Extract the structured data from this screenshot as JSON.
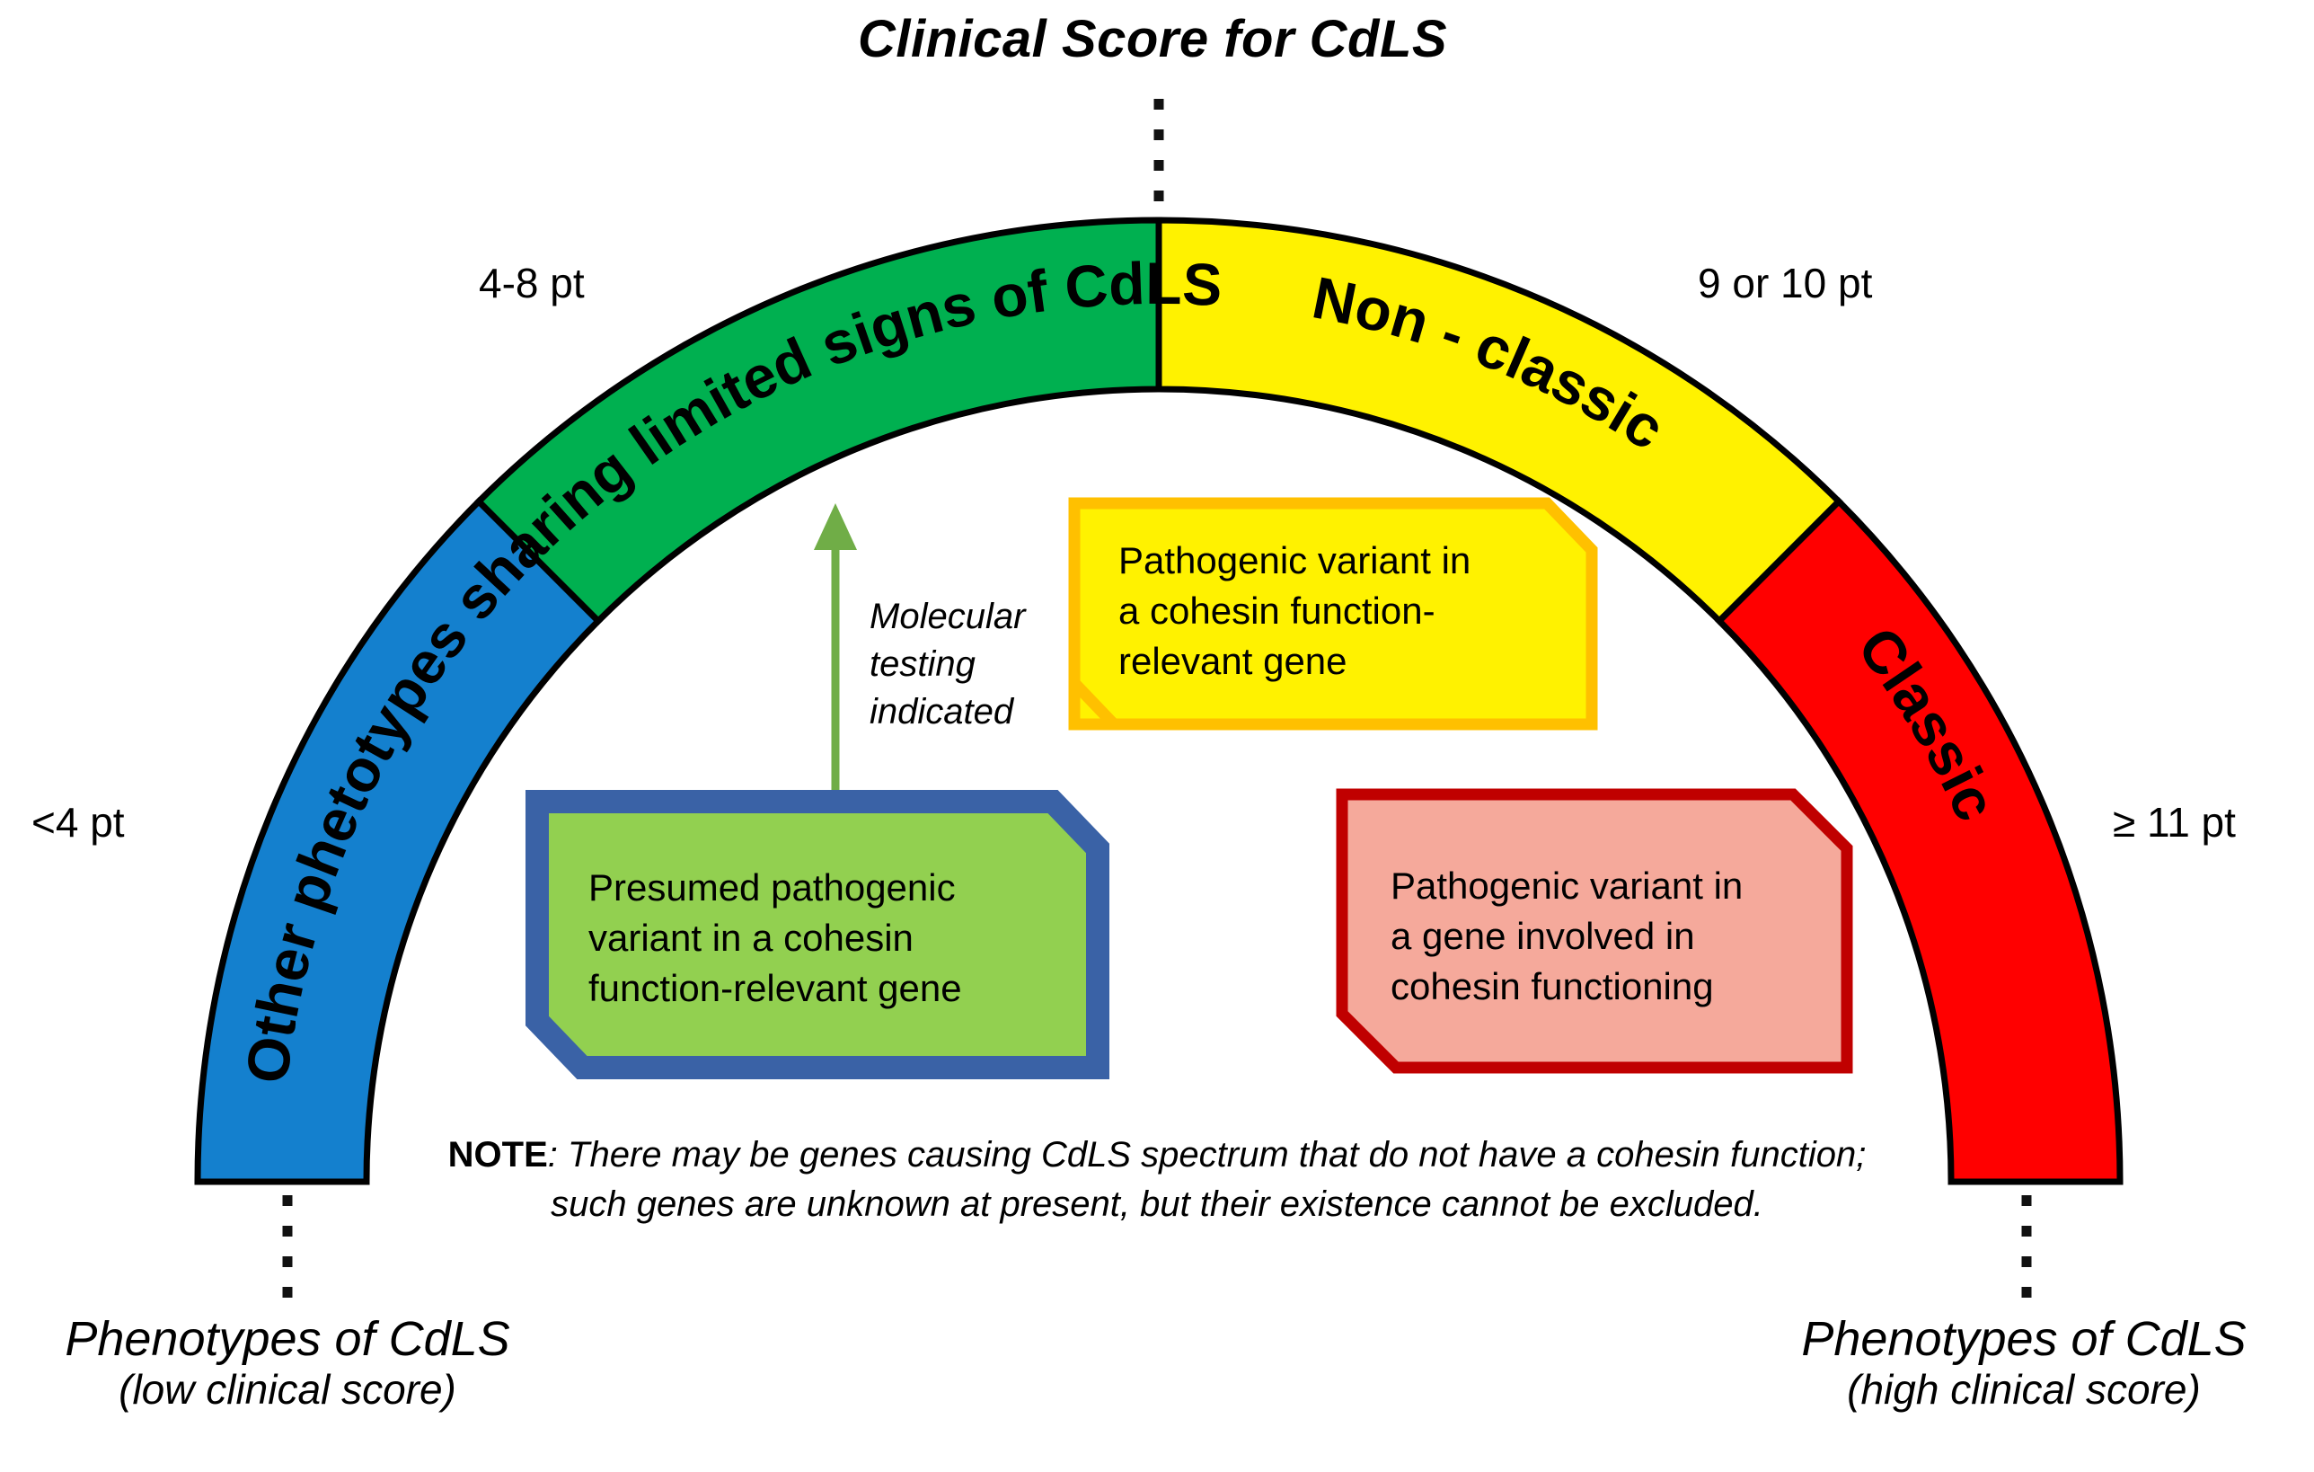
{
  "title": "Clinical Score for CdLS",
  "arc": {
    "segments": [
      {
        "key": "blue",
        "label": "Other phetotypes sha",
        "color": "#1480CE",
        "start_deg": 180,
        "end_deg": 135
      },
      {
        "key": "green",
        "label": "ring limited signs of CdLS",
        "color": "#00B050",
        "start_deg": 135,
        "end_deg": 90
      },
      {
        "key": "yellow",
        "label": "Non - classic",
        "color": "#FFF200",
        "start_deg": 90,
        "end_deg": 45
      },
      {
        "key": "red",
        "label": "Classic",
        "color": "#FF0000",
        "start_deg": 45,
        "end_deg": 0
      }
    ],
    "full_band_text": "Other phetotypes sharing limited signs of CdLS",
    "stroke": "#000000"
  },
  "score_labels": {
    "low": "<4 pt",
    "mid_low": "4-8 pt",
    "mid_high": "9 or 10 pt",
    "high": "≥ 11 pt"
  },
  "end_labels": {
    "left": {
      "line1": "Phenotypes of CdLS",
      "line2": "(low clinical score)"
    },
    "right": {
      "line1": "Phenotypes of CdLS",
      "line2": "(high clinical score)"
    }
  },
  "arrow": {
    "label_lines": [
      "Molecular",
      "testing",
      "indicated"
    ],
    "color": "#70AD47"
  },
  "boxes": [
    {
      "key": "yellow-box",
      "lines": [
        "Pathogenic variant in",
        "a cohesin function-",
        "relevant gene"
      ],
      "fill": "#FFF200",
      "border": "#FFC000"
    },
    {
      "key": "green-box",
      "lines": [
        "Presumed pathogenic",
        "variant in a cohesin",
        "function-relevant gene"
      ],
      "fill": "#92D050",
      "border": "#3A62A6"
    },
    {
      "key": "pink-box",
      "lines": [
        "Pathogenic variant in",
        "a gene involved in",
        "cohesin functioning"
      ],
      "fill": "#F5A99B",
      "border": "#C00000"
    }
  ],
  "note": {
    "prefix": "NOTE",
    "line1": ": There may be genes causing CdLS spectrum that do not have a cohesin function;",
    "line2": "such genes are unknown at present, but their existence cannot be excluded."
  }
}
